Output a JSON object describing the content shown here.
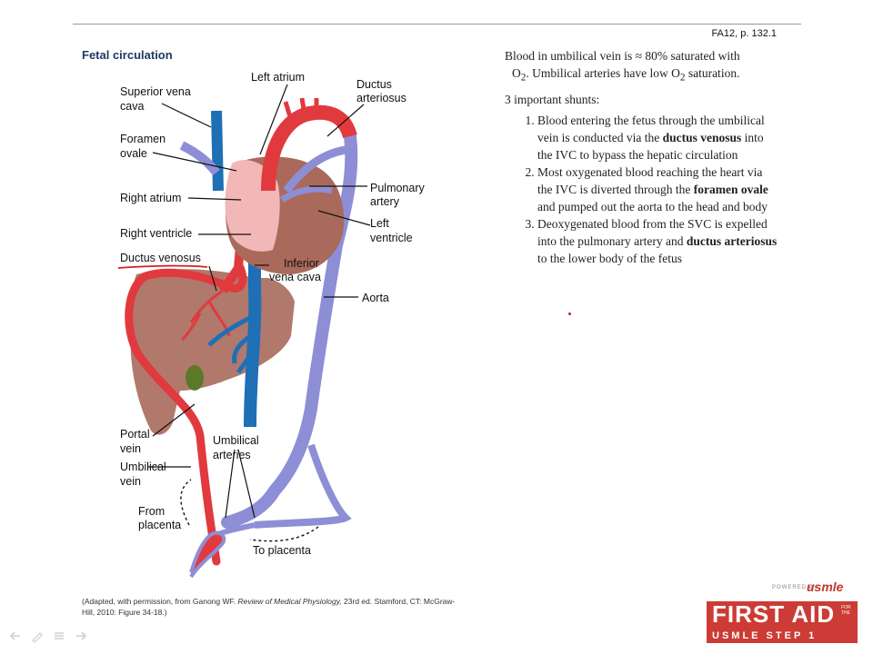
{
  "header": {
    "reference": "FA12, p. 132.1"
  },
  "figure": {
    "title": "Fetal circulation",
    "labels": {
      "left_atrium": "Left atrium",
      "ductus_arteriosus_1": "Ductus",
      "ductus_arteriosus_2": "arteriosus",
      "superior_vena_cava_1": "Superior vena",
      "superior_vena_cava_2": "cava",
      "foramen_ovale_1": "Foramen",
      "foramen_ovale_2": "ovale",
      "right_atrium": "Right atrium",
      "pulmonary_artery_1": "Pulmonary",
      "pulmonary_artery_2": "artery",
      "left_ventricle_1": "Left",
      "left_ventricle_2": "ventricle",
      "right_ventricle": "Right ventricle",
      "ductus_venosus": "Ductus venosus",
      "inferior_vena_cava_1": "Inferior",
      "inferior_vena_cava_2": "vena cava",
      "aorta": "Aorta",
      "portal_vein_1": "Portal",
      "portal_vein_2": "vein",
      "umbilical_arteries_1": "Umbilical",
      "umbilical_arteries_2": "arteries",
      "umbilical_vein_1": "Umbilical",
      "umbilical_vein_2": "vein",
      "from_placenta_1": "From",
      "from_placenta_2": "placenta",
      "to_placenta": "To placenta"
    },
    "caption_pre": "(Adapted, with permission, from Ganong WF. ",
    "caption_italic": "Review of Medical Physiology,",
    "caption_post": " 23rd ed. Stamford, CT: McGraw-Hill, 2010: Figure 34-18.)"
  },
  "notes": {
    "intro_1": "Blood in umbilical vein is ≈ 80% saturated with",
    "intro_2a": "O",
    "intro_2b": "2",
    "intro_2c": ". Umbilical arteries have low O",
    "intro_2d": "2",
    "intro_2e": " saturation.",
    "shunts_heading": "3 important shunts:",
    "s1_a": "Blood entering the fetus through the umbilical vein is conducted via the ",
    "s1_b": "ductus venosus",
    "s1_c": " into the IVC to bypass the hepatic circulation",
    "s2_a": "Most oxygenated blood reaching the heart via the IVC is diverted through the ",
    "s2_b": "foramen ovale",
    "s2_c": " and pumped out the aorta to the head and body",
    "s3_a": "Deoxygenated blood from the SVC is expelled into the pulmonary artery and ",
    "s3_b": "ductus arteriosus",
    "s3_c": " to the lower body of the fetus"
  },
  "logo": {
    "powered_by": "POWERED BY",
    "brand": "usmle",
    "title": "FIRST AID",
    "for_the": "FOR THE",
    "subtitle": "USMLE STEP 1"
  },
  "colors": {
    "artery_red": "#e03a3e",
    "vein_blue": "#1f6fb5",
    "mixed_purple": "#8e8ed6",
    "heart_pink": "#f2b8b8",
    "liver_brown": "#a76a5c",
    "gallbladder": "#5a7a2a",
    "annotation_red": "#d0202a"
  }
}
